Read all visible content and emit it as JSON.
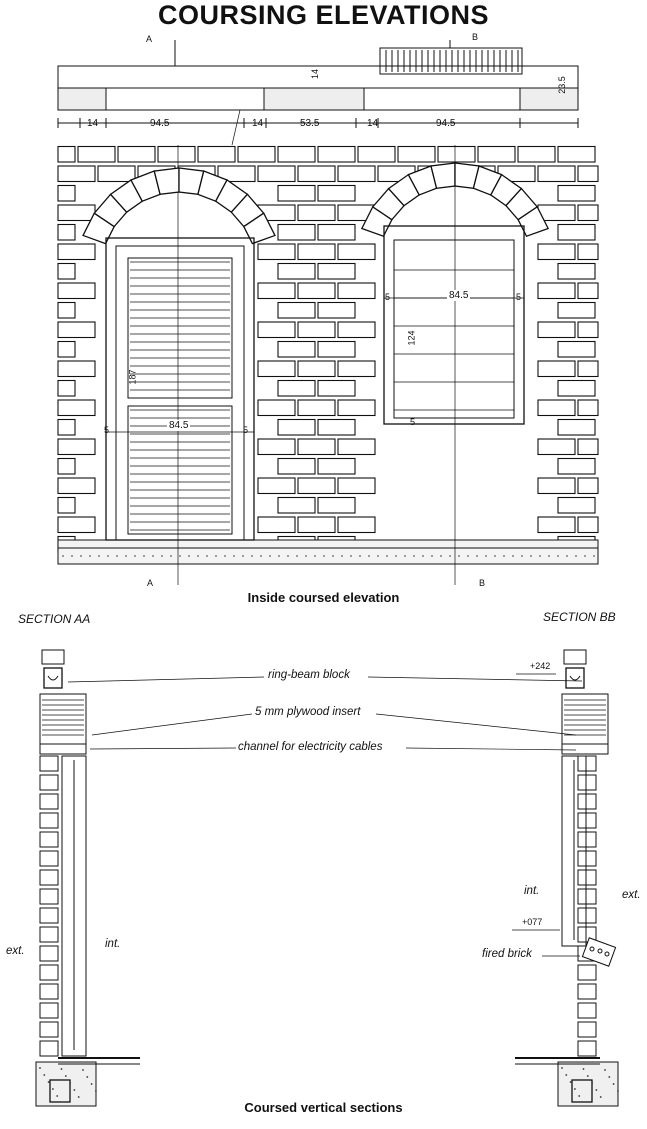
{
  "title": "COURSING ELEVATIONS",
  "elevation": {
    "caption": "Inside coursed elevation",
    "section_marks": {
      "a_top": "A",
      "a_bottom": "A",
      "b_top": "B",
      "b_bottom": "B"
    },
    "plan_dims": [
      "14",
      "94.5",
      "14",
      "53.5",
      "14",
      "94.5"
    ],
    "plan_labels": {
      "jamb": "14",
      "right_height": "23.5"
    },
    "door_dims": {
      "width": "84.5",
      "height": "187",
      "side_left": "5",
      "side_right": "5"
    },
    "window_dims": {
      "width": "84.5",
      "height": "124",
      "side_left": "5",
      "side_right": "5",
      "sill": "5"
    }
  },
  "sections": {
    "caption": "Coursed vertical sections",
    "section_aa": "SECTION AA",
    "section_bb": "SECTION BB",
    "ring_beam": "ring-beam block",
    "plywood": "5 mm plywood insert",
    "channel": "channel for electricity cables",
    "level_top": "+242",
    "level_sill": "+077",
    "fired_brick": "fired brick",
    "ext_left": "ext.",
    "int_left": "int.",
    "int_right": "int.",
    "ext_right": "ext."
  }
}
